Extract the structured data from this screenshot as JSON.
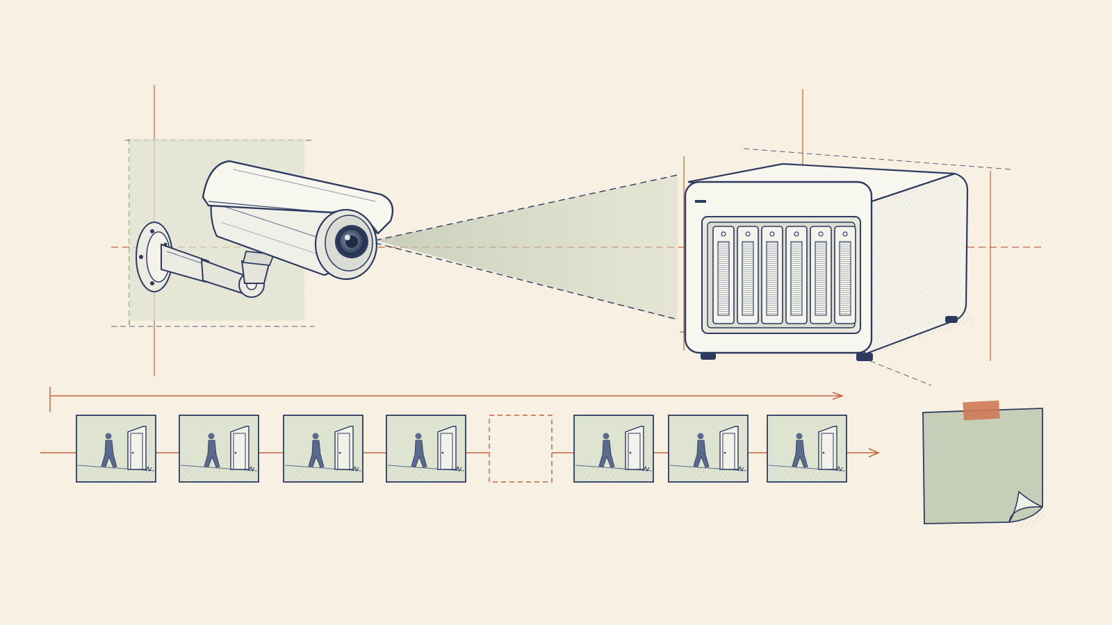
{
  "colors": {
    "paper": "#f8f1e3",
    "ink": "#2b3a5e",
    "ink_light": "#5a6a8c",
    "guide": "#c0643c",
    "wash": "#c9d3bf",
    "wash_light": "#dfe3d2",
    "note": "#c8cfb8",
    "tape": "#cf7a55",
    "metal": "#ecebe3"
  },
  "icons": {
    "camera": "security-camera-icon",
    "mount": "wall-mount-icon",
    "recorder": "nas-storage-icon",
    "frame": "person-walking-to-door-icon",
    "missing_frame": "missing-frame-placeholder",
    "note": "sticky-note-icon"
  },
  "timeline": {
    "frames": [
      {
        "state": "present"
      },
      {
        "state": "present"
      },
      {
        "state": "present"
      },
      {
        "state": "present"
      },
      {
        "state": "missing"
      },
      {
        "state": "present"
      },
      {
        "state": "present"
      },
      {
        "state": "present"
      }
    ]
  },
  "storage": {
    "drive_bays": 6
  }
}
